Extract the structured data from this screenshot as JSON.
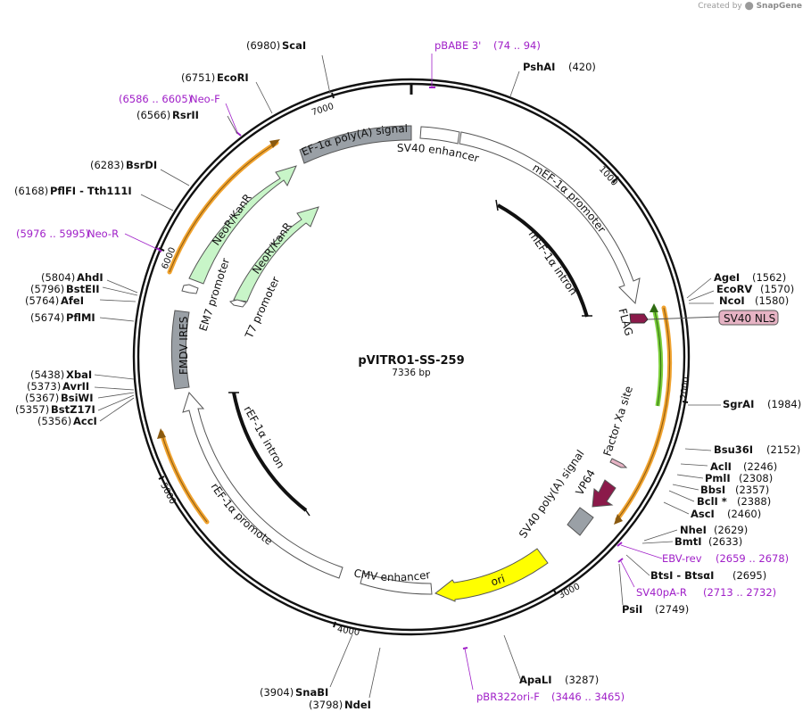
{
  "credit": {
    "prefix": "Created by",
    "brand": "SnapGene"
  },
  "plasmid": {
    "name": "pVITRO1-SS-259",
    "length_label": "7336 bp"
  },
  "ticks": [
    "1000",
    "2000",
    "3000",
    "4000",
    "5000",
    "6000",
    "7000"
  ],
  "enzymes": [
    {
      "name": "ScaI",
      "pos": "(6980)"
    },
    {
      "name": "EcoRI",
      "pos": "(6751)"
    },
    {
      "name": "RsrII",
      "pos": "(6566)"
    },
    {
      "name": "BsrDI",
      "pos": "(6283)"
    },
    {
      "name": "PflFI - Tth111I",
      "pos": "(6168)"
    },
    {
      "name": "AhdI",
      "pos": "(5804)"
    },
    {
      "name": "BstEII",
      "pos": "(5796)"
    },
    {
      "name": "AfeI",
      "pos": "(5764)"
    },
    {
      "name": "PflMI",
      "pos": "(5674)"
    },
    {
      "name": "XbaI",
      "pos": "(5438)"
    },
    {
      "name": "AvrII",
      "pos": "(5373)"
    },
    {
      "name": "BsiWI",
      "pos": "(5367)"
    },
    {
      "name": "BstZ17I",
      "pos": "(5357)"
    },
    {
      "name": "AccI",
      "pos": "(5356)"
    },
    {
      "name": "PshAI",
      "pos": "(420)"
    },
    {
      "name": "AgeI",
      "pos": "(1562)"
    },
    {
      "name": "EcoRV",
      "pos": "(1570)"
    },
    {
      "name": "NcoI",
      "pos": "(1580)"
    },
    {
      "name": "SgrAI",
      "pos": "(1984)"
    },
    {
      "name": "Bsu36I",
      "pos": "(2152)"
    },
    {
      "name": "AclI",
      "pos": "(2246)"
    },
    {
      "name": "PmlI",
      "pos": "(2308)"
    },
    {
      "name": "BbsI",
      "pos": "(2357)"
    },
    {
      "name": "BclI *",
      "pos": "(2388)"
    },
    {
      "name": "AscI",
      "pos": "(2460)"
    },
    {
      "name": "NheI",
      "pos": "(2629)"
    },
    {
      "name": "BmtI",
      "pos": "(2633)"
    },
    {
      "name": "BtsI - BtsαI",
      "pos": "(2695)"
    },
    {
      "name": "PsiI",
      "pos": "(2749)"
    },
    {
      "name": "ApaLI",
      "pos": "(3287)"
    },
    {
      "name": "NdeI",
      "pos": "(3798)"
    },
    {
      "name": "SnaBI",
      "pos": "(3904)"
    }
  ],
  "primers": [
    {
      "name": "pBABE 3'",
      "range": "(74 .. 94)"
    },
    {
      "name": "Neo-F",
      "range": "(6586 .. 6605)"
    },
    {
      "name": "Neo-R",
      "range": "(5976 .. 5995)"
    },
    {
      "name": "EBV-rev",
      "range": "(2659 .. 2678)"
    },
    {
      "name": "SV40pA-R",
      "range": "(2713 .. 2732)"
    },
    {
      "name": "pBR322ori-F",
      "range": "(3446 .. 3465)"
    }
  ],
  "features": {
    "ef1a_polya": "EF-1α poly(A) signal",
    "sv40_enhancer": "SV40 enhancer",
    "mef1a_promoter": "mEF-1α promoter",
    "mef1a_intron": "mEF-1α intron",
    "flag": "FLAG",
    "sv40_nls": "SV40 NLS",
    "factor_xa": "Factor Xa site",
    "sv40_polya": "SV40 poly(A) signal",
    "vp64": "VP64",
    "ori": "ori",
    "cmv_enhancer": "CMV enhancer",
    "ref1a_promoter": "rEF-1α promoter",
    "ref1a_intron": "rEF-1α intron",
    "fmdv_ires": "FMDV IRES",
    "em7_promoter": "EM7 promoter",
    "t7_promoter": "T7 promoter",
    "neokanr_outer": "NeoR/KanR",
    "neokanr_inner": "NeoR/KanR"
  },
  "colors": {
    "backbone": "#111111",
    "primer": "#a020c8",
    "orange": "#f0a22e",
    "green": "#7ccf3b",
    "neo_fill": "#c8f5c8",
    "gray_fill": "#9aa0a6",
    "ori_fill": "#ffff00",
    "vp64_fill": "#8b1a4a",
    "nls_fill": "#e6b3c4"
  }
}
